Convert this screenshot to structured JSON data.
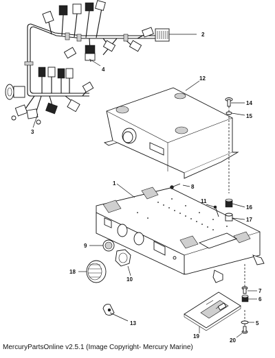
{
  "callouts": [
    {
      "id": "1",
      "text": "1"
    },
    {
      "id": "2",
      "text": "2"
    },
    {
      "id": "3",
      "text": "3"
    },
    {
      "id": "4",
      "text": "4"
    },
    {
      "id": "5",
      "text": "5"
    },
    {
      "id": "6",
      "text": "6"
    },
    {
      "id": "7",
      "text": "7"
    },
    {
      "id": "8",
      "text": "8"
    },
    {
      "id": "9",
      "text": "9"
    },
    {
      "id": "10",
      "text": "10"
    },
    {
      "id": "11",
      "text": "11"
    },
    {
      "id": "12",
      "text": "12"
    },
    {
      "id": "13",
      "text": "13"
    },
    {
      "id": "14",
      "text": "14"
    },
    {
      "id": "15",
      "text": "15"
    },
    {
      "id": "16",
      "text": "16"
    },
    {
      "id": "17",
      "text": "17"
    },
    {
      "id": "18",
      "text": "18"
    },
    {
      "id": "19",
      "text": "19"
    },
    {
      "id": "20",
      "text": "20"
    }
  ],
  "footer": {
    "text": "MercuryPartsOnline v2.5.1 (Image Copyright- Mercury Marine)"
  }
}
